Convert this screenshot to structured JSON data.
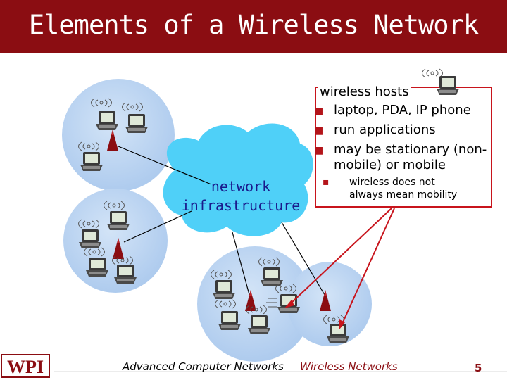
{
  "title": "Elements of a Wireless Network",
  "diagram": {
    "network_label_line1": "network",
    "network_label_line2": "infrastructure"
  },
  "callout": {
    "heading": "wireless hosts",
    "bullets": [
      "laptop, PDA, IP phone",
      "run applications",
      "may be stationary (non-",
      "mobile) or mobile"
    ],
    "sub_bullet_line1": "wireless does not",
    "sub_bullet_line2": "always mean mobility"
  },
  "footer": {
    "logo_text": "WPI",
    "course": "Advanced Computer Networks",
    "topic": "Wireless Networks",
    "page": "5"
  },
  "colors": {
    "title_bar": "#8b0d12",
    "cell": "#b9d3f0",
    "cloud": "#4fd0f8",
    "callout_border": "#c8141c",
    "tower": "#8b0d12"
  },
  "icons": [
    "laptop-icon",
    "tower-icon",
    "radio-waves-icon"
  ]
}
